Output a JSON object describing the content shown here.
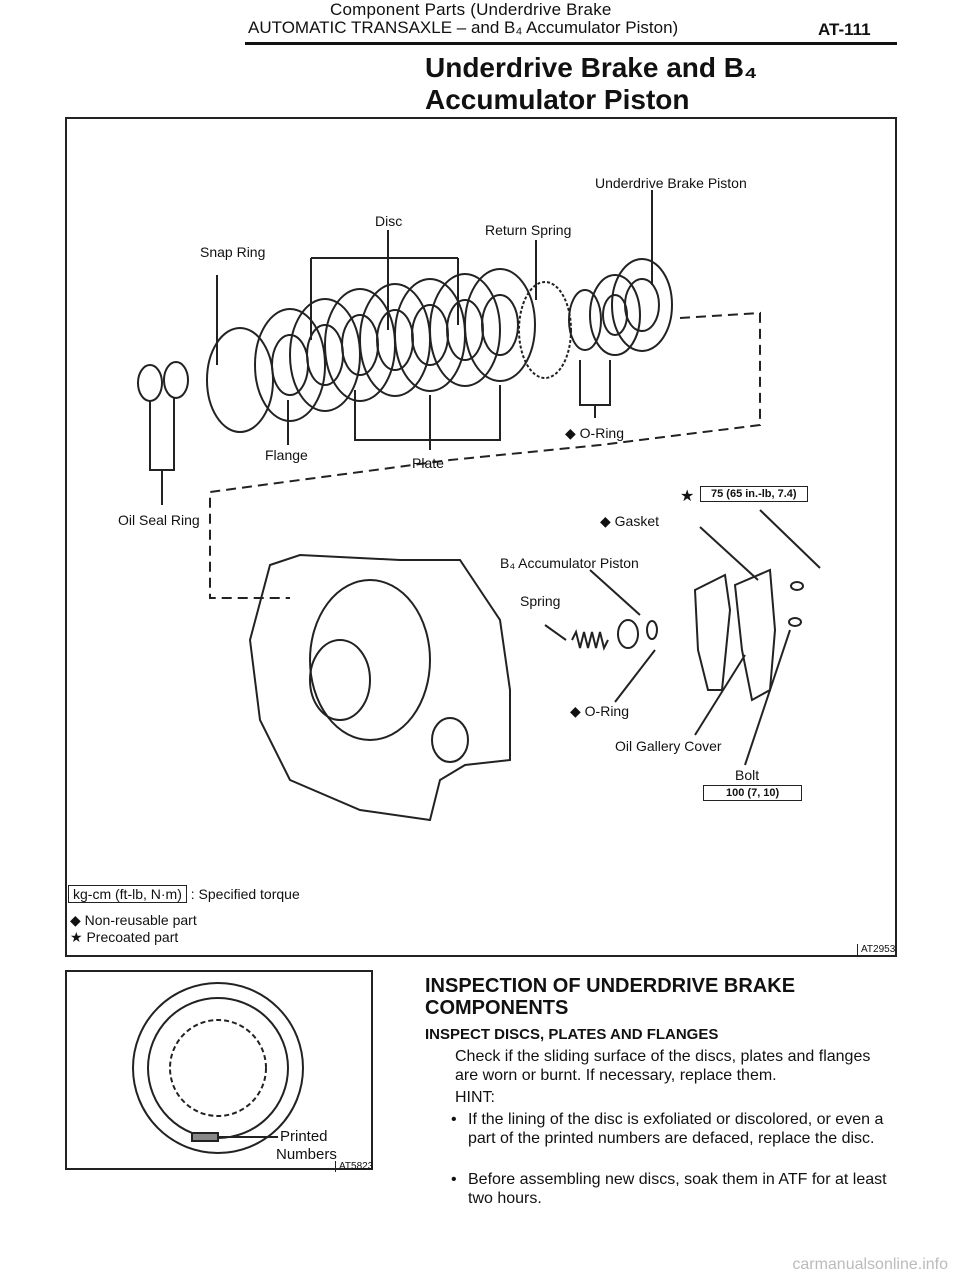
{
  "header": {
    "line1": "Component Parts (Underdrive Brake",
    "left": "AUTOMATIC TRANSAXLE – and B₄ Accumulator Piston)",
    "page": "AT-111"
  },
  "title": {
    "line1": "Underdrive Brake and B₄",
    "line2": "Accumulator Piston"
  },
  "figure": {
    "labels": {
      "underdrive_brake_piston": "Underdrive Brake Piston",
      "disc": "Disc",
      "return_spring": "Return Spring",
      "snap_ring": "Snap Ring",
      "o_ring_upper": "◆ O-Ring",
      "flange": "Flange",
      "plate": "Plate",
      "oil_seal_ring": "Oil Seal Ring",
      "gasket": "◆ Gasket",
      "b4_accumulator_piston": "B₄ Accumulator Piston",
      "spring": "Spring",
      "o_ring_lower": "◆ O-Ring",
      "oil_gallery_cover": "Oil Gallery Cover",
      "bolt": "Bolt"
    },
    "torques": {
      "precoated_star": "★",
      "upper": "75 (65 in.-lb, 7.4)",
      "lower": "100 (7, 10)"
    },
    "legend": {
      "torque_unit": "kg-cm (ft-lb, N·m)",
      "torque_desc": ": Specified torque",
      "non_reusable": "◆ Non-reusable part",
      "precoated": "★ Precoated part"
    },
    "fig_id": "AT2953"
  },
  "small_figure": {
    "label_line1": "Printed",
    "label_line2": "Numbers",
    "fig_id": "AT5823"
  },
  "section": {
    "heading_line1": "INSPECTION OF UNDERDRIVE BRAKE",
    "heading_line2": "COMPONENTS",
    "subheading": "INSPECT DISCS, PLATES AND FLANGES",
    "paragraph": "Check if the sliding surface of the discs, plates and flanges are worn or burnt. If necessary, replace them.",
    "hint": "HINT:",
    "bullets": [
      "If the lining of the disc is exfoliated or discolored, or even a part of the printed numbers are defaced, replace the disc.",
      "Before assembling new discs, soak them in ATF for at least two hours."
    ]
  },
  "watermark": "carmanualsonline.info"
}
